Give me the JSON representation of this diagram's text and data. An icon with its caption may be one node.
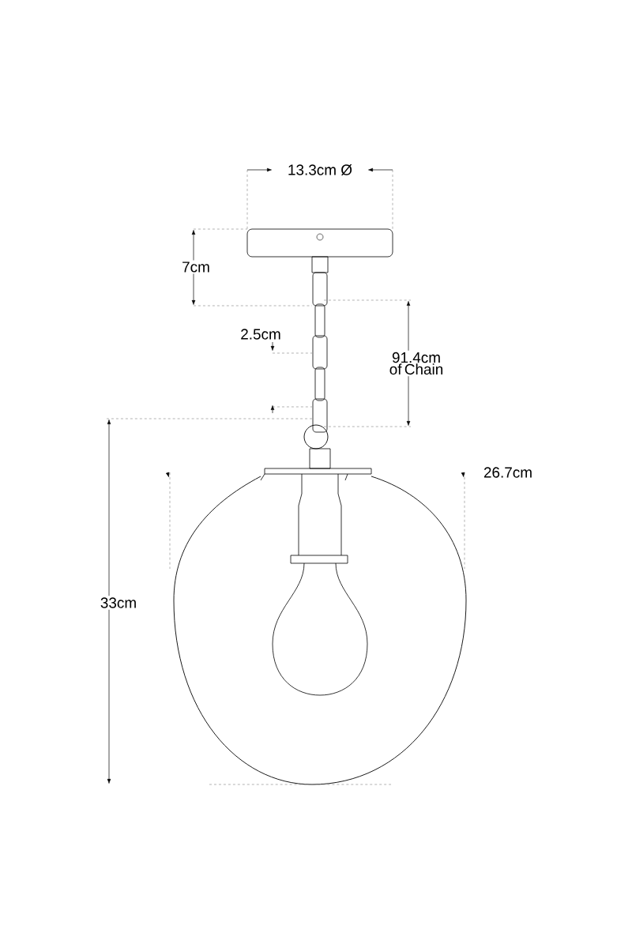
{
  "diagram": {
    "labels": [
      "13.3cm Ø",
      "7cm",
      "2.5cm",
      "91.4cm of Chain",
      "33cm",
      "26.7cm"
    ]
  }
}
